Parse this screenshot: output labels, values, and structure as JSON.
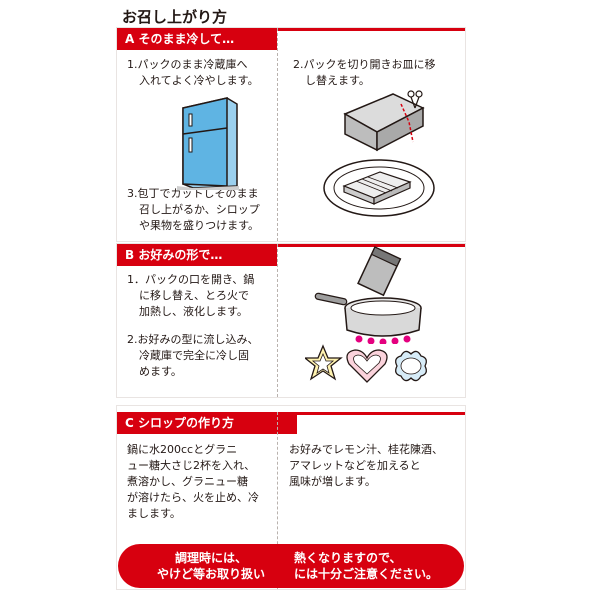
{
  "title": "お召し上がり方",
  "section_a": {
    "header": "A そのまま冷して…",
    "step1": [
      "1.パックのまま冷蔵庫へ",
      "入れてよく冷やします。"
    ],
    "step2": [
      "2.パックを切り開きお皿に移",
      "し替えます。"
    ],
    "step3": [
      "3.包丁でカットしそのまま",
      "召し上がるか、シロップ",
      "や果物を盛りつけます。"
    ]
  },
  "section_b": {
    "header": "B お好みの形で…",
    "step1": [
      "1．パックの口を開き、鍋",
      "に移し替え、とろ火で",
      "加熱し、液化します。"
    ],
    "step2": [
      "2.お好みの型に流し込み、",
      "冷蔵庫で完全に冷し固",
      "めます。"
    ]
  },
  "section_c": {
    "header": "C シロップの作り方",
    "left": [
      "鍋に水200ccとグラニ",
      "ュー糖大さじ2杯を入れ、",
      "煮溶かし、グラニュー糖",
      "が溶けたら、火を止め、冷",
      "まします。"
    ],
    "right": [
      "お好みでレモン汁、桂花陳酒、",
      "アマレットなどを加えると",
      "風味が増します。"
    ]
  },
  "warning": {
    "left": [
      "調理時には、",
      "やけど等お取り扱い"
    ],
    "right": [
      "熱くなりますので、",
      "には十分ご注意ください。"
    ]
  },
  "colors": {
    "accent": "#d7000f",
    "fridge": "#5fb4e3",
    "flame": "#e4007f"
  }
}
